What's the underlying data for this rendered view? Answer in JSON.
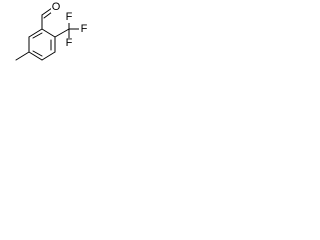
{
  "structure": {
    "atoms": {
      "aldehyde_oxygen": "O",
      "fluorine_top": "F",
      "fluorine_right": "F",
      "fluorine_bottom": "F"
    }
  }
}
